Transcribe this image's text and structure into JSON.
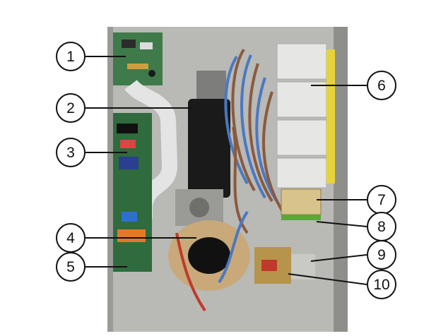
{
  "callouts": [
    {
      "label": "1"
    },
    {
      "label": "2"
    },
    {
      "label": "3"
    },
    {
      "label": "4"
    },
    {
      "label": "5"
    },
    {
      "label": "6"
    },
    {
      "label": "7"
    },
    {
      "label": "8"
    },
    {
      "label": "9"
    },
    {
      "label": "10"
    }
  ],
  "colors": {
    "background": "#ffffff",
    "enclosure": "#b9b9b6",
    "pcb": "#3f7a4a",
    "motor": "#1a1a1a",
    "wire_blue": "#4a78c2",
    "wire_brown": "#8a5a3e",
    "contactor": "#e6e6e4",
    "terminal": "#d8c48a",
    "transformer_red": "#c0392b"
  }
}
